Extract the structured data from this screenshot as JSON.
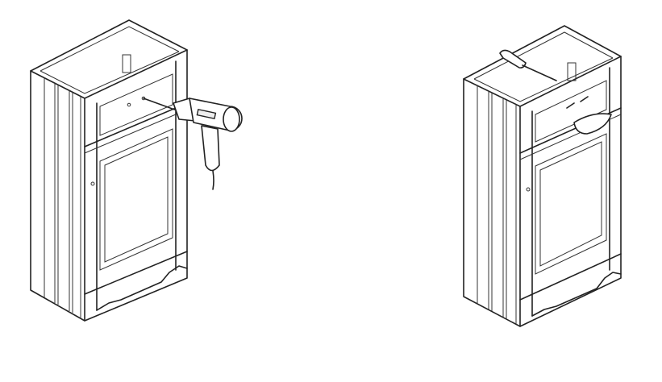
{
  "figure": {
    "panels": [
      {
        "id": "step-drill",
        "depicts": "cabinet-with-drill"
      },
      {
        "id": "step-screw",
        "depicts": "cabinet-with-screwdriver-and-handle"
      }
    ],
    "colors": {
      "line": "#222222",
      "background": "#ffffff"
    }
  }
}
